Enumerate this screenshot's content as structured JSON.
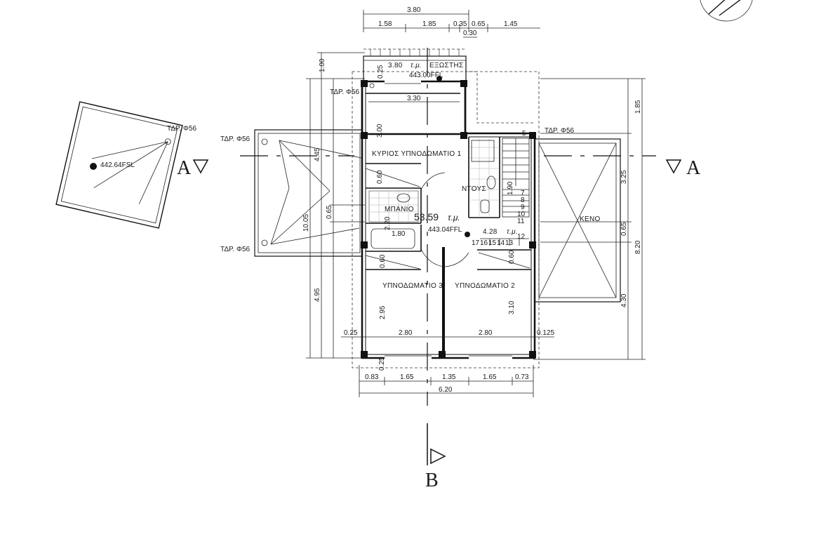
{
  "dimensions": {
    "top_total": "3.80",
    "top_1": "1.58",
    "top_2": "1.85",
    "top_3": "0.35",
    "top_4": "0.65",
    "top_5": "1.45",
    "top_6": "0.30",
    "balcony_depth": "1.00",
    "balcony_small": "0.25",
    "balcony_area": "3.80",
    "balcony_area_unit": "τ.μ.",
    "balcony_label": "ΕΞΩΣΤΗΣ",
    "balcony_level": "443.00FFL",
    "master_width": "3.30",
    "master_depth": "3.00",
    "left_outer": "4.45",
    "left_total": "10.05",
    "left_small": "0.65",
    "left_lower": "4.95",
    "wc_width": "0.60",
    "bath_a": "2.20",
    "bath_b": "1.80",
    "hall_area": "53.59",
    "hall_unit": "τ.μ.",
    "hall_level": "443.04FFL",
    "stair_area": "4.28",
    "stair_unit": "τ.μ.",
    "stair_depth": "1.90",
    "wardrobe": "0.60",
    "wardrobe_b": "0.60",
    "bed3_depth": "2.95",
    "bed2_depth": "3.10",
    "bed3_width": "2.80",
    "bed2_width": "2.80",
    "left_edge": "0.25",
    "right_edge": "0.125",
    "bottom_small": "0.25",
    "bottom_1": "0.83",
    "bottom_2": "1.65",
    "bottom_3": "1.35",
    "bottom_4": "1.65",
    "bottom_5": "0.73",
    "bottom_total": "6.20",
    "right_top": "1.85",
    "right_1": "3.25",
    "right_2": "0.65",
    "right_3": "4.30",
    "right_total": "8.20",
    "roof_level": "442.64FSL"
  },
  "rooms": {
    "master": "ΚΥΡΙΟΣ ΥΠΝΟΔΩΜΑΤΙΟ 1",
    "bath": "ΜΠΑΝΙΟ",
    "wc": "ΝΤΟΥΣ",
    "bed3": "ΥΠΝΟΔΩΜΑΤΙΟ 3",
    "bed2": "ΥΠΝΟΔΩΜΑΤΙΟ 2",
    "void": "ΚΕΝΟ"
  },
  "drains": {
    "label_1": "ΤΔΡ. Φ56",
    "label_2": "ΤΔΡ. Φ56",
    "label_3": "ΤΔΡ. Φ56",
    "label_4": "ΤΔΡ. Φ56",
    "label_5": "ΤΔΡ. Φ56"
  },
  "stairs": {
    "steps_right": [
      "7",
      "8",
      "9",
      "10",
      "11",
      "12"
    ],
    "steps_bottom": [
      "17",
      "16",
      "15",
      "14",
      "13"
    ],
    "top_step": "5"
  },
  "sections": {
    "a_left": "A",
    "a_right": "A",
    "b": "B"
  }
}
